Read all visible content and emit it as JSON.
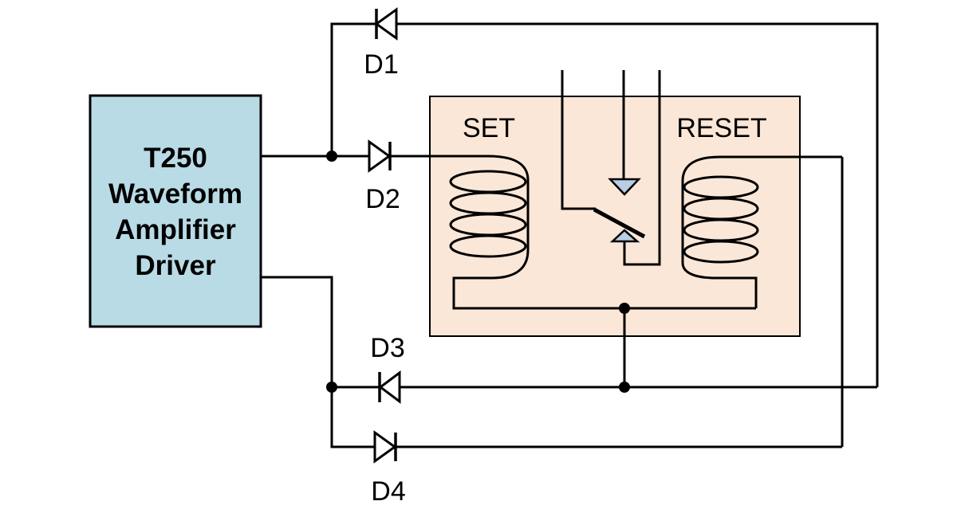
{
  "colors": {
    "line": "#000000",
    "driver_fill": "#b9dbe6",
    "relay_fill": "#fbe7d7",
    "contact_fill": "#b9cde4",
    "diode_fill": "#ffffff"
  },
  "driver": {
    "lines": [
      "T250",
      "Waveform",
      "Amplifier",
      "Driver"
    ]
  },
  "relay": {
    "set_label": "SET",
    "reset_label": "RESET"
  },
  "diodes": {
    "d1": "D1",
    "d2": "D2",
    "d3": "D3",
    "d4": "D4"
  }
}
